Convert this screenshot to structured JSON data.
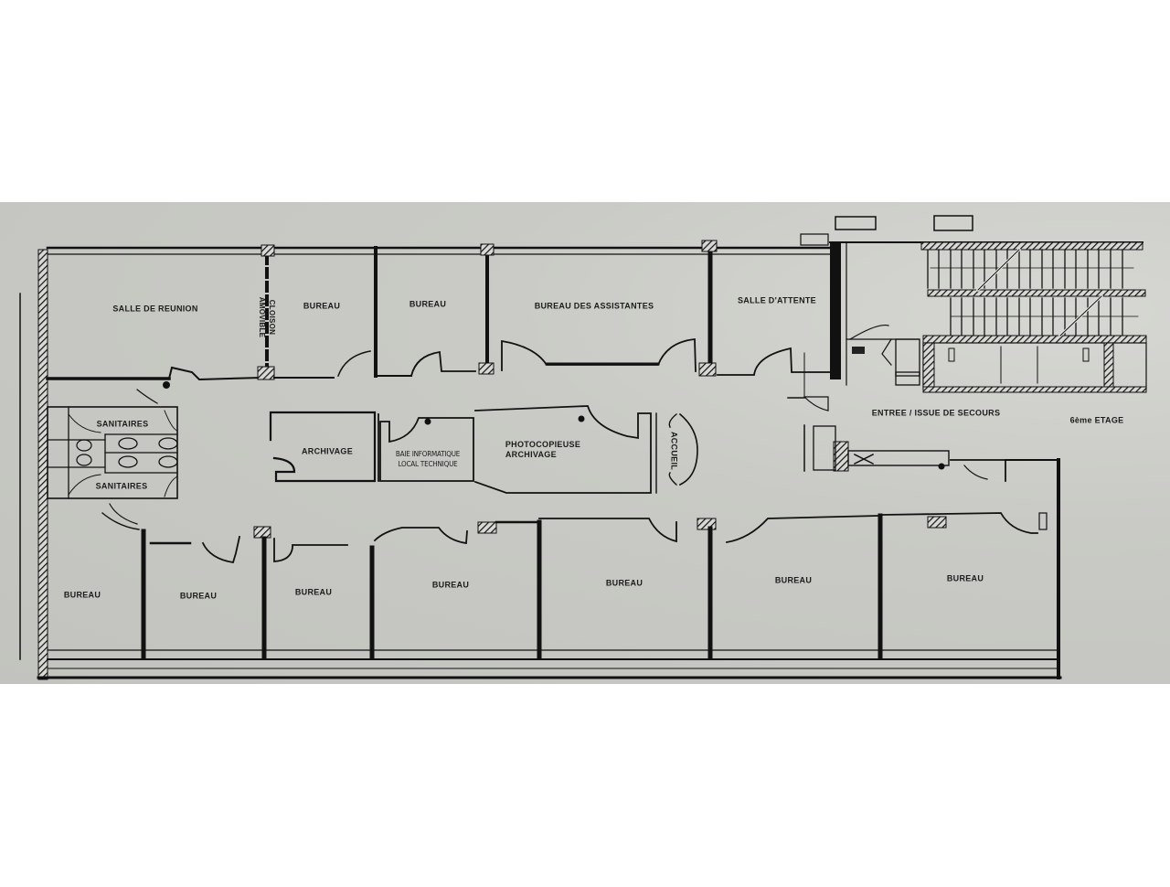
{
  "floor_plan": {
    "floor_label": "6ème ETAGE",
    "background_color": "#c6c7c2",
    "wall_color": "#111111",
    "rooms_top": [
      {
        "id": "salle-reunion",
        "label": "SALLE DE REUNION"
      },
      {
        "id": "bureau-top-1",
        "label": "BUREAU"
      },
      {
        "id": "bureau-top-2",
        "label": "BUREAU"
      },
      {
        "id": "bureau-assistantes",
        "label": "BUREAU DES ASSISTANTES"
      },
      {
        "id": "salle-attente",
        "label": "SALLE D'ATTENTE"
      }
    ],
    "partition_label": [
      "CLOISON",
      "AMOVIBLE"
    ],
    "rooms_middle": [
      {
        "id": "sanitaires-1",
        "label": "SANITAIRES"
      },
      {
        "id": "sanitaires-2",
        "label": "SANITAIRES"
      },
      {
        "id": "archivage",
        "label": "ARCHIVAGE"
      },
      {
        "id": "baie-informatique",
        "label_lines": [
          "BAIE INFORMATIQUE",
          "LOCAL TECHNIQUE"
        ]
      },
      {
        "id": "photocopieuse",
        "label_lines": [
          "PHOTOCOPIEUSE",
          "ARCHIVAGE"
        ]
      },
      {
        "id": "accueil",
        "label": "ACCUEIL"
      },
      {
        "id": "entree",
        "label": "ENTREE / ISSUE DE SECOURS"
      }
    ],
    "rooms_bottom": [
      {
        "id": "bureau-bottom-1",
        "label": "BUREAU"
      },
      {
        "id": "bureau-bottom-2",
        "label": "BUREAU"
      },
      {
        "id": "bureau-bottom-3",
        "label": "BUREAU"
      },
      {
        "id": "bureau-bottom-4",
        "label": "BUREAU"
      },
      {
        "id": "bureau-bottom-5",
        "label": "BUREAU"
      },
      {
        "id": "bureau-bottom-6",
        "label": "BUREAU"
      },
      {
        "id": "bureau-bottom-7",
        "label": "BUREAU"
      }
    ]
  }
}
